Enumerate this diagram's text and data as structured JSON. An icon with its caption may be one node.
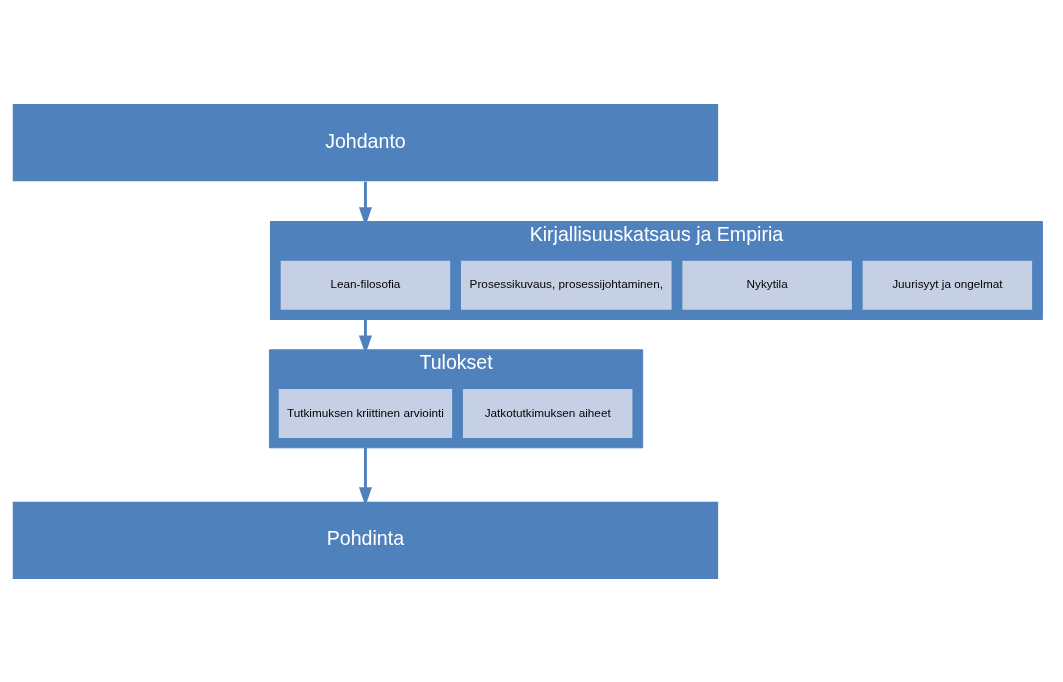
{
  "diagram": {
    "nodes": [
      {
        "text": [
          "Johdanto"
        ]
      },
      {
        "text": [
          "Kirjallisuuskatsaus ja Empiria"
        ]
      },
      {
        "text": [
          "Lean-filosofia"
        ],
        "in": 1
      },
      {
        "text": [
          "Prosessikuvaus, prosessijohtaminen,"
        ],
        "in": 1
      },
      {
        "text": [
          "Nykytila"
        ],
        "in": 1
      },
      {
        "text": [
          "Juurisyyt ja ongelmat"
        ],
        "in": 1
      },
      {
        "text": [
          "Tulokset"
        ]
      },
      {
        "text": [
          "Tutkimuksen kriittinen arviointi"
        ],
        "in": 6
      },
      {
        "text": [
          "Jatkotutkimuksen aiheet"
        ],
        "in": 6
      },
      {
        "text": [
          "Pohdinta"
        ]
      }
    ],
    "edges": [
      {
        "from": 0,
        "to": 1,
        "arrow": "to"
      },
      {
        "from": 1,
        "to": 6,
        "arrow": "to"
      },
      {
        "from": 6,
        "to": 9,
        "arrow": "to"
      }
    ]
  }
}
